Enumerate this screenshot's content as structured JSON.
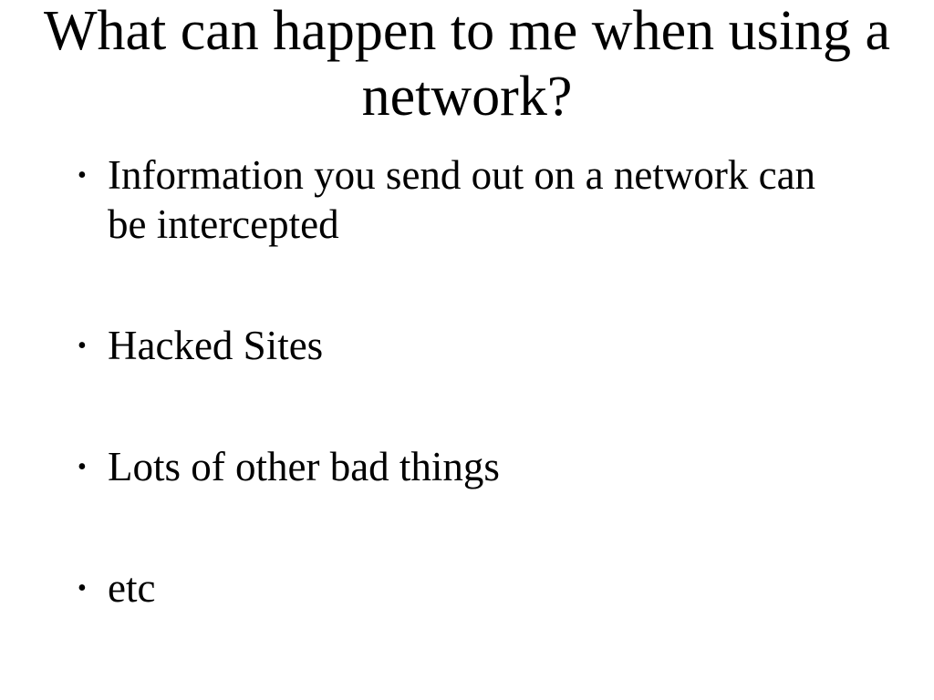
{
  "slide": {
    "title": "What can happen to me when using a network?",
    "bullet_glyph": "•",
    "bullets": [
      "Information you send out on a network can be intercepted",
      "Hacked Sites",
      "Lots of other bad things",
      "etc"
    ],
    "colors": {
      "background": "#ffffff",
      "text": "#000000"
    }
  }
}
